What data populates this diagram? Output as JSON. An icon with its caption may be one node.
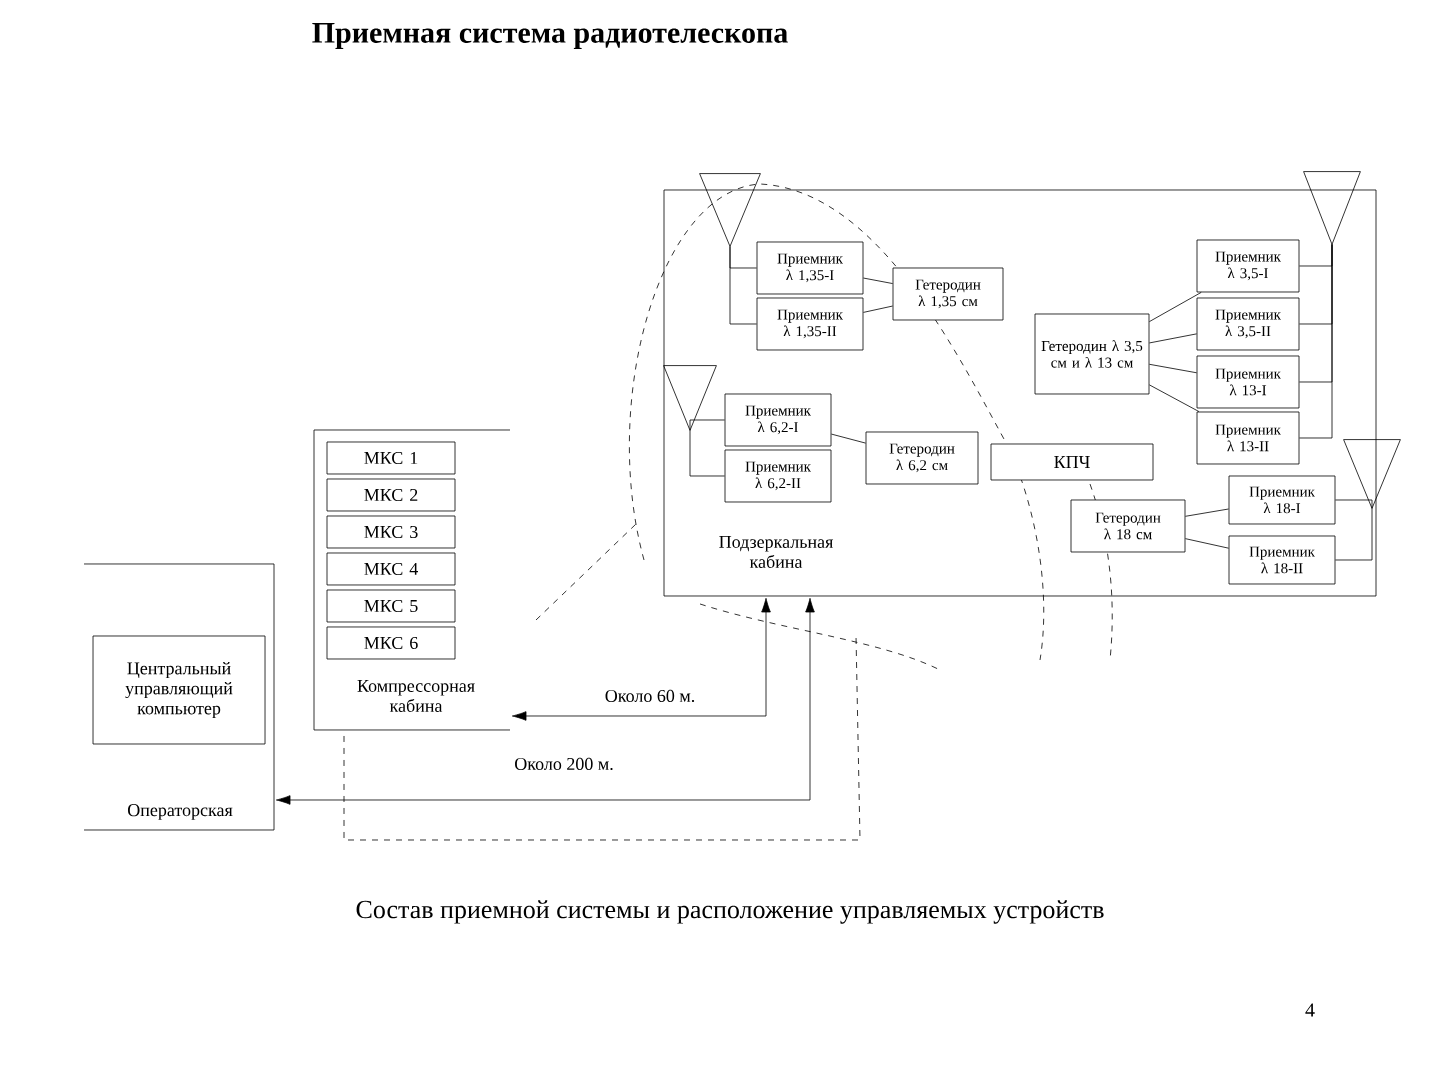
{
  "diagram": {
    "title": "Приемная система радиотелескопа",
    "caption": "Состав приемной системы и расположение управляемых устройств",
    "nodes": [
      {
        "text": [
          "Подзеркальная кабина"
        ]
      },
      {
        "text": [
          "Приемник λ 1,35-I"
        ],
        "in": 0
      },
      {
        "text": [
          "Приемник λ 1,35-II"
        ],
        "in": 0
      },
      {
        "text": [
          "Гетеродин λ 1,35 см"
        ],
        "in": 0
      },
      {
        "text": [
          "Гетеродин λ 3,5 см и λ 13 см"
        ],
        "in": 0
      },
      {
        "text": [
          "Приемник λ 3,5-I"
        ],
        "in": 0
      },
      {
        "text": [
          "Приемник λ 3,5-II"
        ],
        "in": 0
      },
      {
        "text": [
          "Приемник λ 13-I"
        ],
        "in": 0
      },
      {
        "text": [
          "Приемник λ 13-II"
        ],
        "in": 0
      },
      {
        "text": [
          "Приемник λ 6,2-I"
        ],
        "in": 0
      },
      {
        "text": [
          "Приемник λ 6,2-II"
        ],
        "in": 0
      },
      {
        "text": [
          "Гетеродин λ 6,2 см"
        ],
        "in": 0
      },
      {
        "text": [
          "КПЧ"
        ],
        "in": 0
      },
      {
        "text": [
          "Гетеродин λ 18 см"
        ],
        "in": 0
      },
      {
        "text": [
          "Приемник λ 18-I"
        ],
        "in": 0
      },
      {
        "text": [
          "Приемник λ 18-II"
        ],
        "in": 0
      },
      {
        "text": [],
        "shape": "antenna"
      },
      {
        "text": [],
        "shape": "antenna",
        "in": 0
      },
      {
        "text": [],
        "shape": "antenna"
      },
      {
        "text": [],
        "shape": "antenna"
      },
      {
        "text": [
          "Компрессорная кабина"
        ]
      },
      {
        "text": [
          "МКС 1"
        ],
        "in": 20
      },
      {
        "text": [
          "МКС 2"
        ],
        "in": 20
      },
      {
        "text": [
          "МКС 3"
        ],
        "in": 20
      },
      {
        "text": [
          "МКС 4"
        ],
        "in": 20
      },
      {
        "text": [
          "МКС 5"
        ],
        "in": 20
      },
      {
        "text": [
          "МКС 6"
        ],
        "in": 20
      },
      {
        "text": [
          "Операторская"
        ]
      },
      {
        "text": [
          "Центральный управляющий компьютер"
        ],
        "in": 27
      }
    ],
    "edges": [
      {
        "from": 16,
        "to": 1,
        "arrow": "none"
      },
      {
        "from": 16,
        "to": 2,
        "arrow": "none"
      },
      {
        "from": 17,
        "to": 9,
        "arrow": "none"
      },
      {
        "from": 17,
        "to": 10,
        "arrow": "none"
      },
      {
        "from": 18,
        "to": 5,
        "arrow": "none"
      },
      {
        "from": 18,
        "to": 6,
        "arrow": "none"
      },
      {
        "from": 18,
        "to": 7,
        "arrow": "none"
      },
      {
        "from": 18,
        "to": 8,
        "arrow": "none"
      },
      {
        "from": 19,
        "to": 14,
        "arrow": "none"
      },
      {
        "from": 19,
        "to": 15,
        "arrow": "none"
      },
      {
        "from": 3,
        "to": 1,
        "arrow": "none"
      },
      {
        "from": 3,
        "to": 2,
        "arrow": "none"
      },
      {
        "from": 4,
        "to": 5,
        "arrow": "none"
      },
      {
        "from": 4,
        "to": 6,
        "arrow": "none"
      },
      {
        "from": 4,
        "to": 7,
        "arrow": "none"
      },
      {
        "from": 4,
        "to": 8,
        "arrow": "none"
      },
      {
        "from": 11,
        "to": 9,
        "arrow": "none"
      },
      {
        "from": 13,
        "to": 14,
        "arrow": "none"
      },
      {
        "from": 13,
        "to": 15,
        "arrow": "none"
      },
      {
        "from": 0,
        "to": 20,
        "arrow": "both",
        "label": "Около 60 м."
      },
      {
        "from": 0,
        "to": 27,
        "arrow": "both",
        "label": "Около 200 м."
      }
    ],
    "labels": [
      "4"
    ]
  }
}
